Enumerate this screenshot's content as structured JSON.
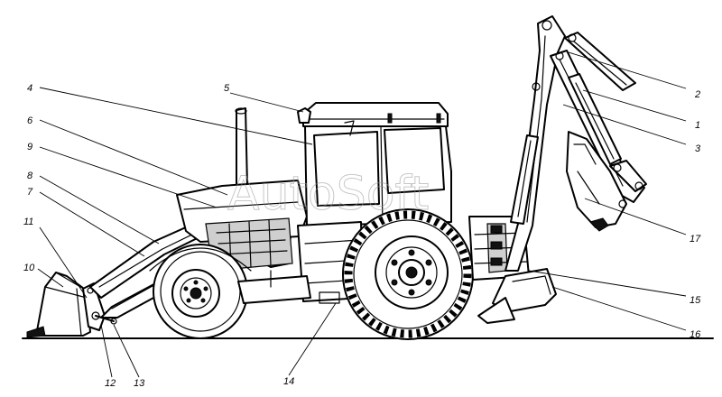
{
  "watermark": "AutoSoft",
  "callouts": [
    {
      "n": "1"
    },
    {
      "n": "2"
    },
    {
      "n": "3"
    },
    {
      "n": "4"
    },
    {
      "n": "5"
    },
    {
      "n": "6"
    },
    {
      "n": "7"
    },
    {
      "n": "8"
    },
    {
      "n": "9"
    },
    {
      "n": "10"
    },
    {
      "n": "11"
    },
    {
      "n": "12"
    },
    {
      "n": "13"
    },
    {
      "n": "14"
    },
    {
      "n": "15"
    },
    {
      "n": "16"
    },
    {
      "n": "17"
    }
  ]
}
